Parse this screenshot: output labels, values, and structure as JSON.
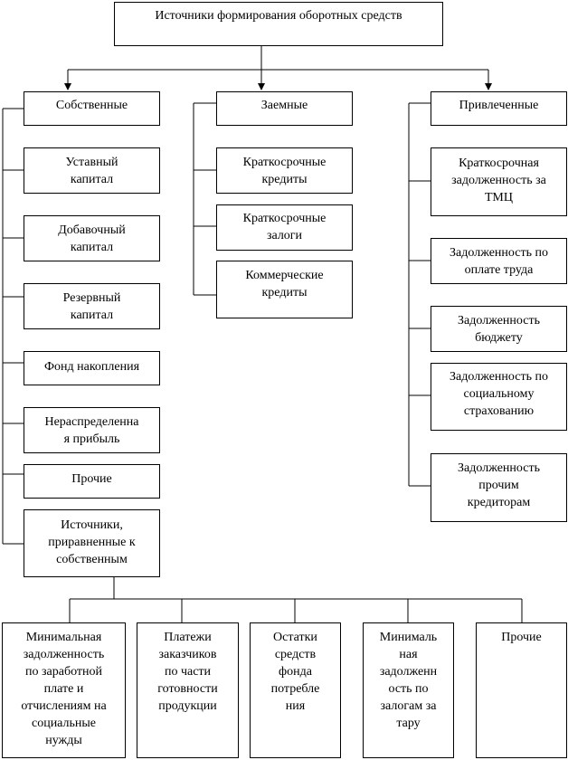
{
  "root": "Источники формирования оборотных средств",
  "categories": {
    "own": "Собственные",
    "borrowed": "Заемные",
    "attracted": "Привлеченные"
  },
  "own_items": [
    "Уставный\nкапитал",
    "Добавочный\nкапитал",
    "Резервный\nкапитал",
    "Фонд накопления",
    "Нераспределенна\nя прибыль",
    "Прочие",
    "Источники,\nприравненные к\nсобственным"
  ],
  "borrowed_items": [
    "Краткосрочные\nкредиты",
    "Краткосрочные\nзалоги",
    "Коммерческие\nкредиты"
  ],
  "attracted_items": [
    "Краткосрочная\nзадолженность за\nТМЦ",
    "Задолженность по\nоплате труда",
    "Задолженность\nбюджету",
    "Задолженность по\nсоциальному\nстрахованию",
    "Задолженность\nпрочим\nкредиторам"
  ],
  "equivalent_items": [
    "Минимальная\nзадолженность\nпо заработной\nплате и\nотчислениям на\nсоциальные\nнужды",
    "Платежи\nзаказчиков\nпо части\nготовности\nпродукции",
    "Остатки\nсредств\nфонда\nпотребле\nния",
    "Минималь\nная\nзадолженн\nость по\nзалогам за\nтару",
    "Прочие"
  ]
}
